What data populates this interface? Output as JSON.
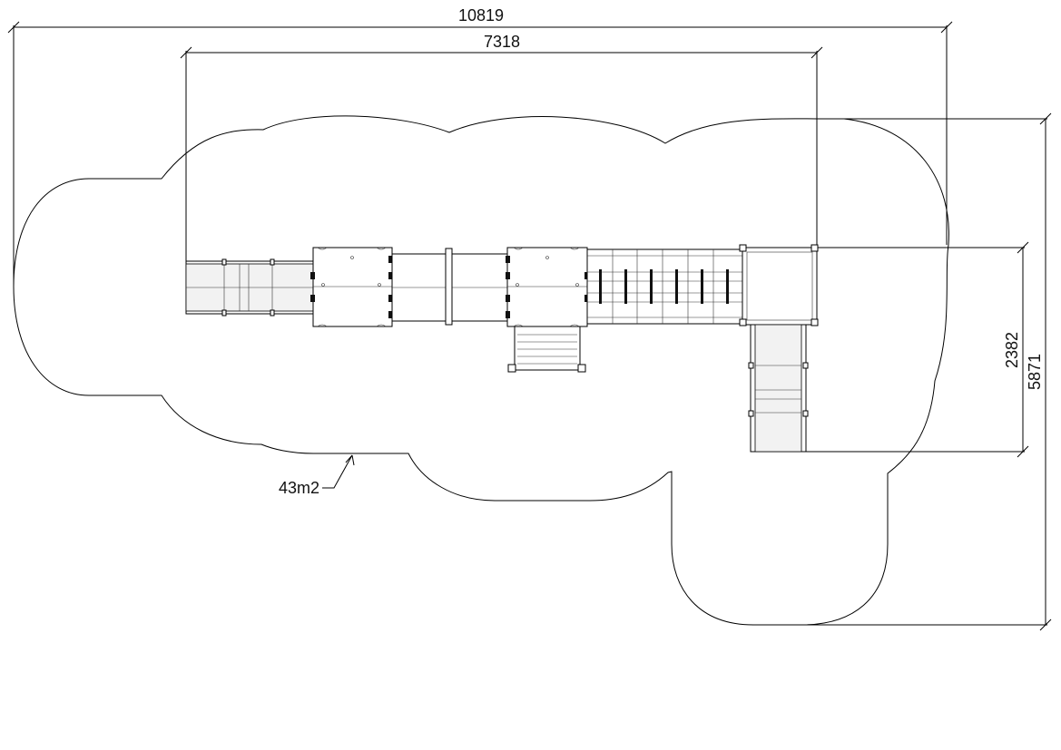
{
  "dimensions": {
    "overall_width": "10819",
    "structure_width": "7318",
    "structure_depth": "2382",
    "overall_depth": "5871"
  },
  "area_label": "43m2"
}
